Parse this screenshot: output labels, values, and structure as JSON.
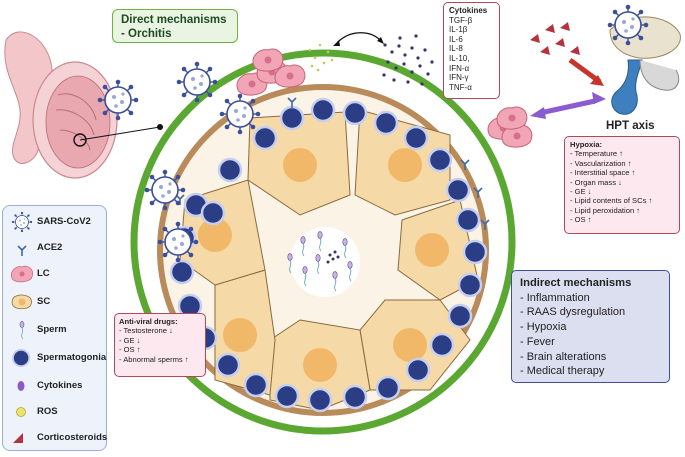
{
  "direct": {
    "line1": "Direct mechanisms",
    "line2": "- Orchitis"
  },
  "cytokines": {
    "title": "Cytokines",
    "items": [
      "TGF-β",
      "IL-1β",
      "IL-6",
      "IL-8",
      "IL-10,",
      "IFN-α",
      "IFN-γ",
      "TNF-α"
    ]
  },
  "hpt": {
    "label": "HPT axis"
  },
  "hypoxia": {
    "title": "Hypoxia:",
    "items": [
      {
        "text": "- Temperature",
        "trend": "up"
      },
      {
        "text": "- Vascularization",
        "trend": "up"
      },
      {
        "text": "- Interstitial space",
        "trend": "up"
      },
      {
        "text": "- Organ mass",
        "trend": "down"
      },
      {
        "text": "- GE",
        "trend": "down"
      },
      {
        "text": "- Lipid contents of SCs",
        "trend": "up"
      },
      {
        "text": "- Lipid peroxidation",
        "trend": "up"
      },
      {
        "text": "- OS",
        "trend": "up"
      }
    ]
  },
  "legend": {
    "items": [
      {
        "label": "SARS-CoV2",
        "icon": "virus-icon"
      },
      {
        "label": "ACE2",
        "icon": "ace2-receptor-icon"
      },
      {
        "label": "LC",
        "icon": "leydig-cell-icon"
      },
      {
        "label": "SC",
        "icon": "sertoli-cell-icon"
      },
      {
        "label": "Sperm",
        "icon": "sperm-icon"
      },
      {
        "label": "Spermatogonia",
        "icon": "spermatogonia-icon"
      },
      {
        "label": "Cytokines",
        "icon": "cytokine-icon"
      },
      {
        "label": "ROS",
        "icon": "ros-icon"
      },
      {
        "label": "Corticosteroids",
        "icon": "corticosteroid-icon"
      }
    ]
  },
  "antiviral": {
    "title": "Anti-viral drugs:",
    "items": [
      {
        "text": "- Testosterone",
        "trend": "down"
      },
      {
        "text": "- GE",
        "trend": "down"
      },
      {
        "text": "- OS",
        "trend": "up"
      },
      {
        "text": "- Abnormal sperms",
        "trend": "up"
      }
    ]
  },
  "indirect": {
    "title": "Indirect mechanisms",
    "items": [
      "- Inflammation",
      "- RAAS dysregulation",
      "- Hypoxia",
      "- Fever",
      "- Brain alterations",
      "- Medical therapy"
    ]
  },
  "colors": {
    "ring_green": "#5aa832",
    "ring_tan": "#b98b5a",
    "sertoli": "#f5d9a6",
    "spermatogonia": "#2b3d85",
    "leydig": "#f1a5b5",
    "box_border": "#b04a5a",
    "indirect_border": "#3f4f9a"
  }
}
